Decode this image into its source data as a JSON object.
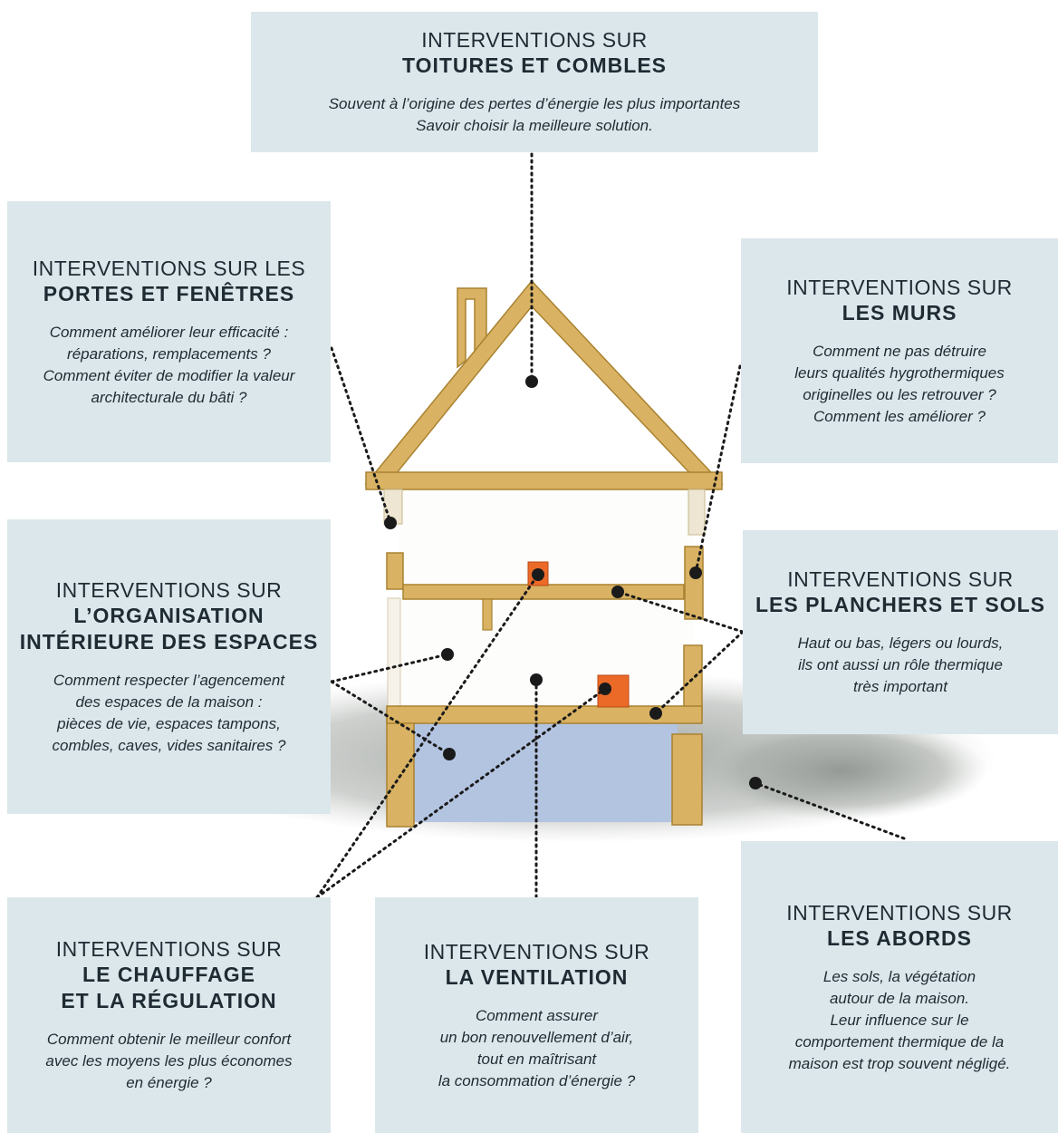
{
  "boxes": {
    "toitures": {
      "kicker": "INTERVENTIONS SUR",
      "title": [
        "TOITURES ET COMBLES"
      ],
      "desc": [
        "Souvent à l’origine des pertes d’énergie les plus importantes",
        "Savoir choisir la meilleure solution."
      ]
    },
    "portes": {
      "kicker": "INTERVENTIONS SUR LES",
      "title": [
        "PORTES ET FENÊTRES"
      ],
      "desc": [
        "Comment améliorer leur efficacité :",
        "réparations, remplacements ?",
        "Comment éviter de modifier la valeur",
        "architecturale du bâti ?"
      ]
    },
    "murs": {
      "kicker": "INTERVENTIONS SUR",
      "title": [
        "LES MURS"
      ],
      "desc": [
        "Comment ne pas détruire",
        "leurs qualités hygrothermiques",
        "originelles ou les retrouver ?",
        "Comment les améliorer ?"
      ]
    },
    "organisation": {
      "kicker": "INTERVENTIONS SUR",
      "title": [
        "L’ORGANISATION",
        "INTÉRIEURE DES ESPACES"
      ],
      "desc": [
        "Comment respecter l’agencement",
        "des espaces de la maison :",
        "pièces de vie, espaces tampons,",
        "combles, caves, vides sanitaires ?"
      ]
    },
    "planchers": {
      "kicker": "INTERVENTIONS SUR",
      "title": [
        "LES PLANCHERS ET SOLS"
      ],
      "desc": [
        "Haut ou bas, légers ou lourds,",
        "ils ont aussi un rôle thermique",
        "très important"
      ]
    },
    "chauffage": {
      "kicker": "INTERVENTIONS SUR",
      "title": [
        "LE CHAUFFAGE",
        "ET LA RÉGULATION"
      ],
      "desc": [
        "Comment obtenir le meilleur confort",
        "avec les moyens les plus économes",
        "en énergie ?"
      ]
    },
    "ventilation": {
      "kicker": "INTERVENTIONS SUR",
      "title": [
        "LA VENTILATION"
      ],
      "desc": [
        "Comment assurer",
        "un bon renouvellement d’air,",
        "tout en maîtrisant",
        "la consommation d’énergie ?"
      ]
    },
    "abords": {
      "kicker": "INTERVENTIONS SUR",
      "title": [
        "LES ABORDS"
      ],
      "desc": [
        "Les sols, la végétation",
        "autour de la maison.",
        "Leur influence sur le",
        "comportement thermique de la",
        "maison est trop souvent négligé."
      ]
    }
  },
  "colors": {
    "box_bg": "#dbe7eb",
    "wood": "#d9b264",
    "wood_dark": "#a98230",
    "basement": "#b3c4e0",
    "ground": "#9aa09b",
    "radiator": "#ec6a28",
    "dot": "#1a1a1a"
  }
}
